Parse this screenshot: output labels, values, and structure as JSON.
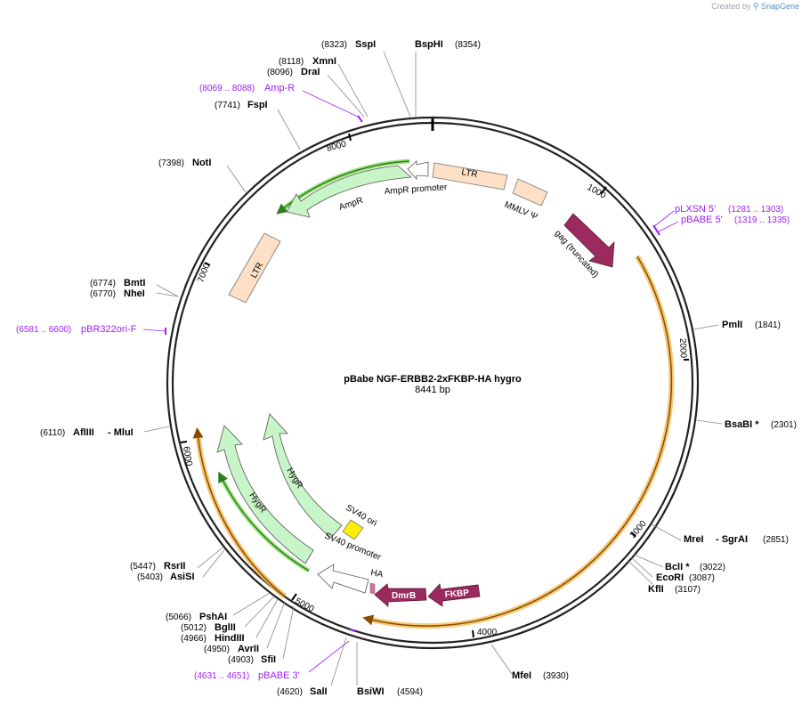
{
  "credit": {
    "text": "Created by",
    "brand": "SnapGene"
  },
  "plasmid": {
    "name": "pBabe NGF-ERBB2-2xFKBP-HA hygro",
    "size_label": "8441 bp"
  },
  "ticks": [
    "1000",
    "2000",
    "3000",
    "4000",
    "5000",
    "6000",
    "7000",
    "8000"
  ],
  "sites": [
    {
      "id": "sspi",
      "name": "SspI",
      "pos": "(8323)"
    },
    {
      "id": "bsphi",
      "name": "BspHI",
      "pos": "(8354)"
    },
    {
      "id": "xmni",
      "name": "XmnI",
      "pos": "(8118)"
    },
    {
      "id": "drai",
      "name": "DraI",
      "pos": "(8096)"
    },
    {
      "id": "fspi",
      "name": "FspI",
      "pos": "(7741)"
    },
    {
      "id": "noti",
      "name": "NotI",
      "pos": "(7398)"
    },
    {
      "id": "bmti",
      "name": "BmtI",
      "pos": "(6774)"
    },
    {
      "id": "nhei",
      "name": "NheI",
      "pos": "(6770)"
    },
    {
      "id": "afliii",
      "name": "AflIII",
      "pos": "(6110)"
    },
    {
      "id": "mlui",
      "name": "- MluI",
      "pos": ""
    },
    {
      "id": "rsrii",
      "name": "RsrII",
      "pos": "(5447)"
    },
    {
      "id": "asisi",
      "name": "AsiSI",
      "pos": "(5403)"
    },
    {
      "id": "pshai",
      "name": "PshAI",
      "pos": "(5066)"
    },
    {
      "id": "bglii",
      "name": "BglII",
      "pos": "(5012)"
    },
    {
      "id": "hindiii",
      "name": "HindIII",
      "pos": "(4966)"
    },
    {
      "id": "avrii",
      "name": "AvrII",
      "pos": "(4950)"
    },
    {
      "id": "sfii",
      "name": "SfiI",
      "pos": "(4903)"
    },
    {
      "id": "sali",
      "name": "SalI",
      "pos": "(4620)"
    },
    {
      "id": "bsiwi",
      "name": "BsiWI",
      "pos": "(4594)"
    },
    {
      "id": "mfei",
      "name": "MfeI",
      "pos": "(3930)"
    },
    {
      "id": "kfli",
      "name": "KflI",
      "pos": "(3107)"
    },
    {
      "id": "ecori",
      "name": "EcoRI",
      "pos": "(3087)"
    },
    {
      "id": "bcli",
      "name": "BclI *",
      "pos": "(3022)"
    },
    {
      "id": "mrei",
      "name": "MreI",
      "pos": ""
    },
    {
      "id": "sgrai",
      "name": "- SgrAI",
      "pos": "(2851)"
    },
    {
      "id": "bsabi",
      "name": "BsaBI *",
      "pos": "(2301)"
    },
    {
      "id": "pmli",
      "name": "PmlI",
      "pos": "(1841)"
    }
  ],
  "primers": [
    {
      "id": "ampr",
      "name": "Amp-R",
      "pos": "(8069 .. 8088)"
    },
    {
      "id": "pbr322",
      "name": "pBR322ori-F",
      "pos": "(6581 .. 6600)"
    },
    {
      "id": "pbabe3",
      "name": "pBABE 3'",
      "pos": "(4631 .. 4651)"
    },
    {
      "id": "plxsn5",
      "name": "pLXSN 5'",
      "pos": "(1281 .. 1303)"
    },
    {
      "id": "pbabe5",
      "name": "pBABE 5'",
      "pos": "(1319 .. 1335)"
    }
  ],
  "features": {
    "ltr_top": "LTR",
    "ampr_promoter": "AmpR promoter",
    "mmlv": "MMLV Ψ",
    "gag": "gag (truncated)",
    "ampr": "AmpR",
    "ltr_left": "LTR",
    "hygr_inner": "HygR",
    "hygr_outer": "HygR",
    "sv40_ori": "SV40 ori",
    "sv40_promoter": "SV40 promoter",
    "ha": "HA",
    "dmrb": "DmrB",
    "fkbp": "FKBP"
  },
  "colors": {
    "backbone": "#222222",
    "ltr": "#fde0c5",
    "ampr": "#c8f5c8",
    "gag": "#9b2a5e",
    "orf_highlight": "#f2b54a",
    "primer": "#a020f0",
    "sv40_ori": "#ffee00",
    "promoter": "#ffffff"
  }
}
